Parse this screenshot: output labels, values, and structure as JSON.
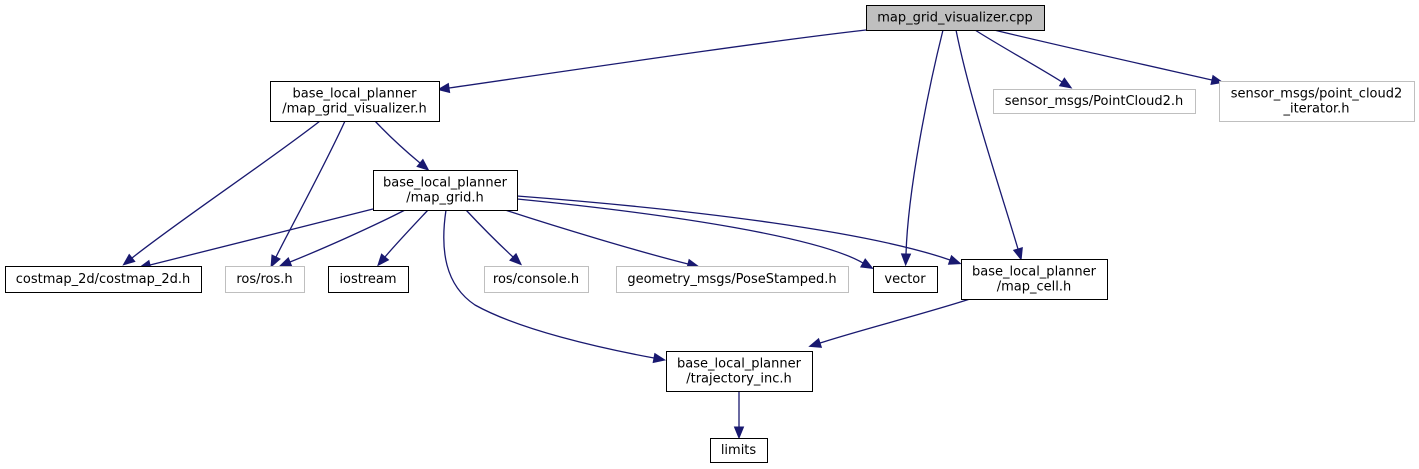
{
  "diagram": {
    "title": "Include dependency graph for map_grid_visualizer.cpp",
    "colors": {
      "edge": "#191970",
      "root_fill": "#bfbfbf",
      "root_stroke": "#000000",
      "documented_stroke": "#000000",
      "undocumented_stroke": "#bfbfbf",
      "node_fill": "#ffffff"
    },
    "nodes": [
      {
        "id": "root",
        "lines": [
          "map_grid_visualizer.cpp"
        ],
        "kind": "root"
      },
      {
        "id": "mgv_h",
        "lines": [
          "base_local_planner",
          "/map_grid_visualizer.h"
        ],
        "kind": "documented"
      },
      {
        "id": "pc2",
        "lines": [
          "sensor_msgs/PointCloud2.h"
        ],
        "kind": "external"
      },
      {
        "id": "pc2it",
        "lines": [
          "sensor_msgs/point_cloud2",
          "_iterator.h"
        ],
        "kind": "external"
      },
      {
        "id": "mg_h",
        "lines": [
          "base_local_planner",
          "/map_grid.h"
        ],
        "kind": "documented"
      },
      {
        "id": "costmap",
        "lines": [
          "costmap_2d/costmap_2d.h"
        ],
        "kind": "documented"
      },
      {
        "id": "ros",
        "lines": [
          "ros/ros.h"
        ],
        "kind": "external"
      },
      {
        "id": "iostream",
        "lines": [
          "iostream"
        ],
        "kind": "documented"
      },
      {
        "id": "console",
        "lines": [
          "ros/console.h"
        ],
        "kind": "external"
      },
      {
        "id": "pose",
        "lines": [
          "geometry_msgs/PoseStamped.h"
        ],
        "kind": "external"
      },
      {
        "id": "vector",
        "lines": [
          "vector"
        ],
        "kind": "documented"
      },
      {
        "id": "mapcell",
        "lines": [
          "base_local_planner",
          "/map_cell.h"
        ],
        "kind": "documented"
      },
      {
        "id": "traj",
        "lines": [
          "base_local_planner",
          "/trajectory_inc.h"
        ],
        "kind": "documented"
      },
      {
        "id": "limits",
        "lines": [
          "limits"
        ],
        "kind": "documented"
      }
    ],
    "edges": [
      {
        "from": "root",
        "to": "mgv_h"
      },
      {
        "from": "root",
        "to": "vector"
      },
      {
        "from": "root",
        "to": "mapcell"
      },
      {
        "from": "root",
        "to": "pc2"
      },
      {
        "from": "root",
        "to": "pc2it"
      },
      {
        "from": "mgv_h",
        "to": "costmap"
      },
      {
        "from": "mgv_h",
        "to": "ros"
      },
      {
        "from": "mgv_h",
        "to": "mg_h"
      },
      {
        "from": "mg_h",
        "to": "costmap"
      },
      {
        "from": "mg_h",
        "to": "ros"
      },
      {
        "from": "mg_h",
        "to": "iostream"
      },
      {
        "from": "mg_h",
        "to": "traj"
      },
      {
        "from": "mg_h",
        "to": "console"
      },
      {
        "from": "mg_h",
        "to": "pose"
      },
      {
        "from": "mg_h",
        "to": "vector"
      },
      {
        "from": "mg_h",
        "to": "mapcell"
      },
      {
        "from": "mapcell",
        "to": "traj"
      },
      {
        "from": "traj",
        "to": "limits"
      }
    ]
  }
}
